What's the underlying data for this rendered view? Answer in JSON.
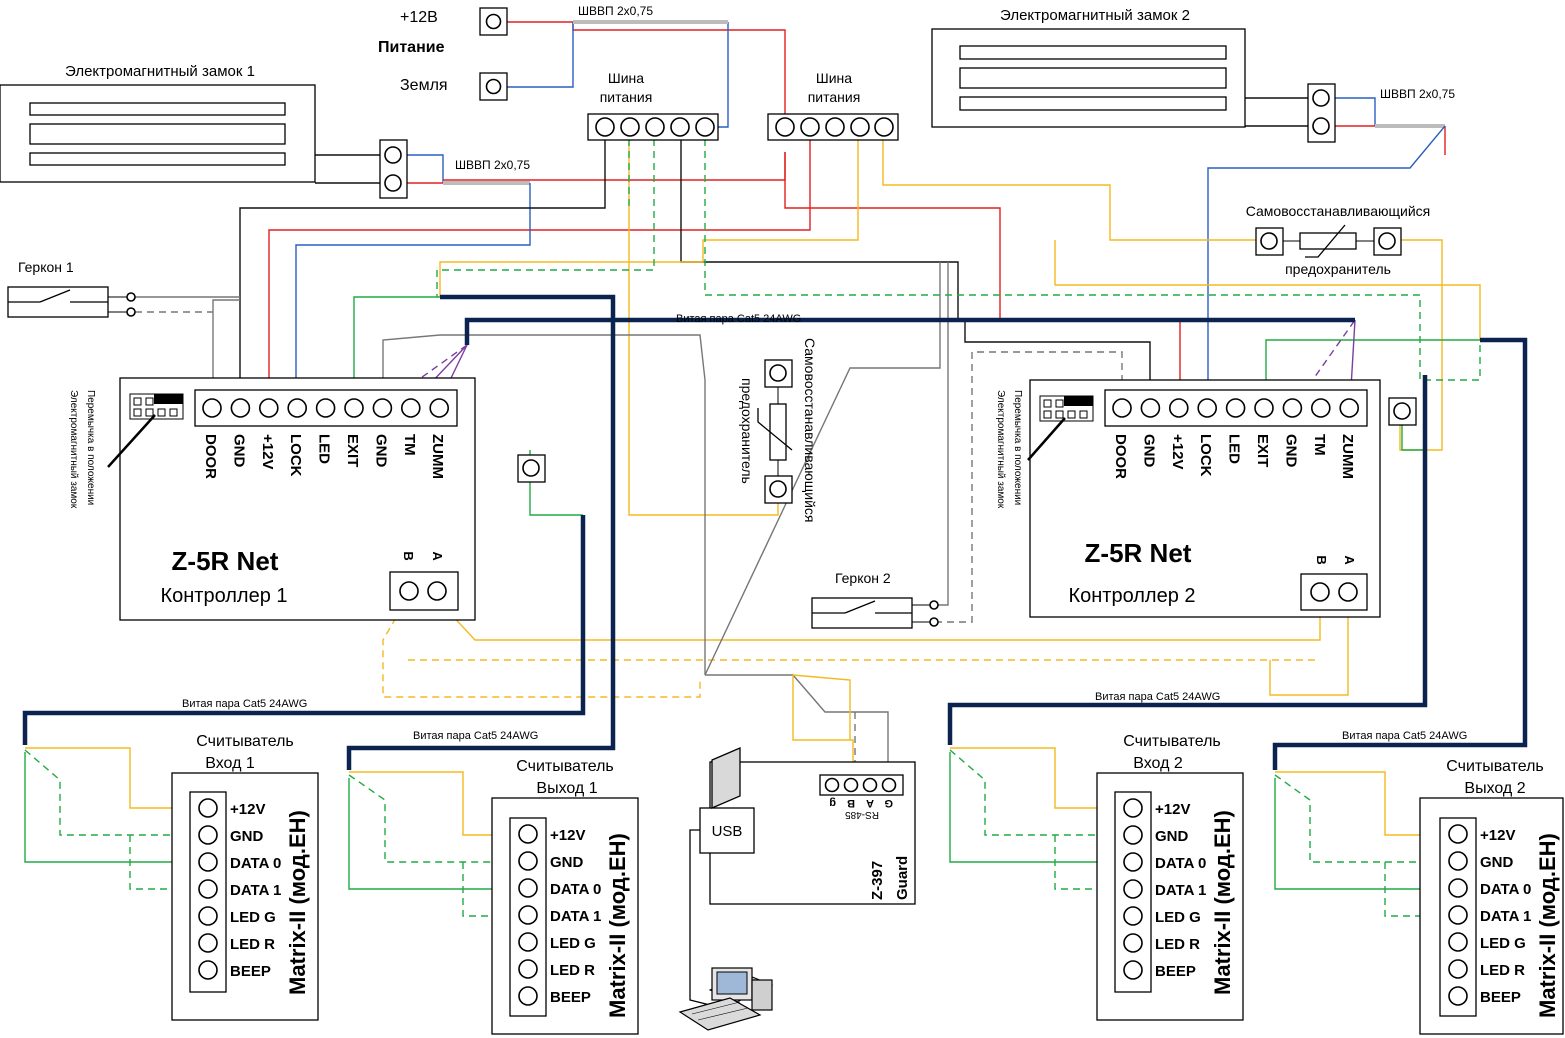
{
  "power": {
    "plus12": "+12В",
    "title": "Питание",
    "ground": "Земля"
  },
  "cable_labels": {
    "shvvp": "ШВВП 2х0,75",
    "cat5": "Витая пара Cat5 24AWG"
  },
  "bus": {
    "line1": "Шина",
    "line2": "питания"
  },
  "locks": {
    "lock1": "Электромагнитный замок 1",
    "lock2": "Электромагнитный замок 2"
  },
  "reeds": {
    "reed1": "Геркон 1",
    "reed2": "Геркон 2"
  },
  "fuse": {
    "line1": "Самовосстанавливающийся",
    "line2": "предохранитель"
  },
  "jumper": {
    "line1": "Перемычка в положении",
    "line2": "Электромагнитный замок"
  },
  "controller": {
    "model": "Z-5R Net",
    "name1": "Контроллер 1",
    "name2": "Контроллер 2",
    "pins": [
      "DOOR",
      "GND",
      "+12V",
      "LOCK",
      "LED",
      "EXIT",
      "GND",
      "TM",
      "ZUMM"
    ],
    "ab": [
      "B",
      "A"
    ]
  },
  "readers": {
    "entry1": [
      "Считыватель",
      "Вход 1"
    ],
    "exit1": [
      "Считыватель",
      "Выход 1"
    ],
    "entry2": [
      "Считыватель",
      "Вход 2"
    ],
    "exit2": [
      "Считыватель",
      "Выход 2"
    ],
    "model": "Matrix-II (мод.EH)",
    "pins": [
      "+12V",
      "GND",
      "DATA 0",
      "DATA 1",
      "LED G",
      "LED R",
      "BEEP"
    ]
  },
  "converter": {
    "name1": "Z-397",
    "name2": "Guard",
    "usb": "USB",
    "pins": [
      "g",
      "B",
      "A",
      "G"
    ],
    "port": "RS-485"
  },
  "icons": [
    "computer-icon",
    "switch-icon",
    "fuse-icon",
    "terminal-icon"
  ],
  "colors": {
    "power": "#e02020",
    "ground": "#2a5fc0",
    "data0": "#22aa44",
    "data1": "#f5b820",
    "twisted_pair": "#0c2350",
    "common": "#111111"
  }
}
